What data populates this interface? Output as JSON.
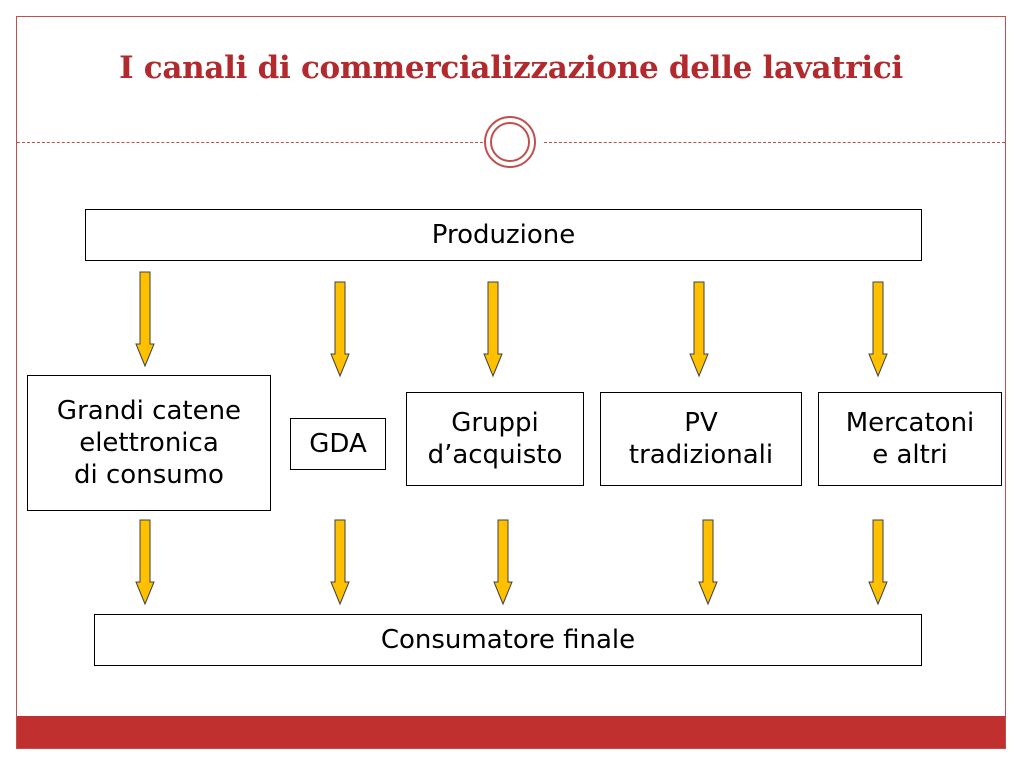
{
  "slide": {
    "title": "I canali di commercializzazione delle lavatrici"
  },
  "nodes": {
    "produzione": "Produzione",
    "grandi_catene": "Grandi catene\nelettronica\ndi consumo",
    "gda": "GDA",
    "gruppi_acquisto": "Gruppi\nd’acquisto",
    "pv_tradizionali": "PV\ntradizionali",
    "mercatoni": "Mercatoni\ne altri",
    "consumatore": "Consumatore finale"
  },
  "edges": [
    {
      "from": "produzione",
      "to": "grandi_catene"
    },
    {
      "from": "produzione",
      "to": "gda"
    },
    {
      "from": "produzione",
      "to": "gruppi_acquisto"
    },
    {
      "from": "produzione",
      "to": "pv_tradizionali"
    },
    {
      "from": "produzione",
      "to": "mercatoni"
    },
    {
      "from": "grandi_catene",
      "to": "consumatore"
    },
    {
      "from": "gda",
      "to": "consumatore"
    },
    {
      "from": "gruppi_acquisto",
      "to": "consumatore"
    },
    {
      "from": "pv_tradizionali",
      "to": "consumatore"
    },
    {
      "from": "mercatoni",
      "to": "consumatore"
    }
  ],
  "colors": {
    "accent": "#c0504d",
    "title": "#b22a2e",
    "footer": "#c0302e",
    "arrow_fill": "#ffc000",
    "arrow_stroke": "#404040"
  }
}
